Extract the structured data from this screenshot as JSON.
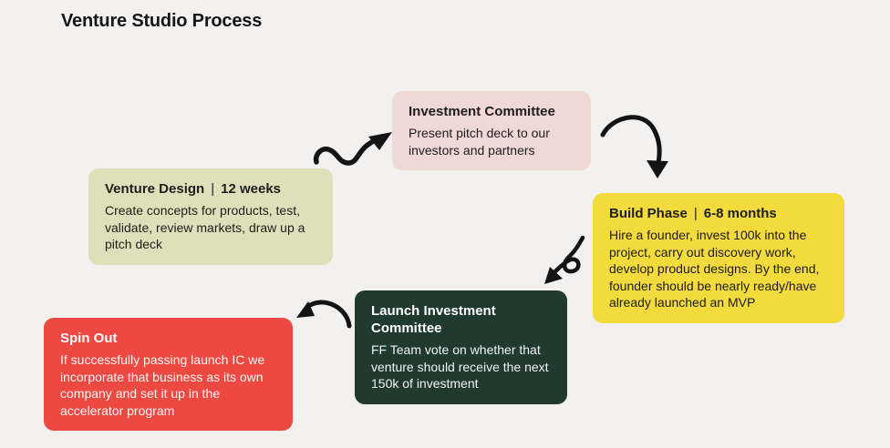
{
  "page": {
    "title": "Venture Studio Process",
    "background_color": "#f2f1ef",
    "arrow_color": "#141414"
  },
  "separator": "|",
  "boxes": [
    {
      "id": "venture-design",
      "title": "Venture Design",
      "duration": "12 weeks",
      "body": "Create concepts for products, test, validate, review markets, draw up a pitch deck",
      "bg_color": "#dfe0b9",
      "text_color": "#1e1e1e"
    },
    {
      "id": "investment-committee",
      "title": "Investment Committee",
      "body": "Present pitch deck to our investors and partners",
      "bg_color": "#f0d8d6",
      "text_color": "#1e1e1e"
    },
    {
      "id": "build-phase",
      "title": "Build Phase",
      "duration": "6-8 months",
      "body": "Hire a founder, invest 100k into the project, carry out discovery work, develop product designs. By the end, founder should be nearly ready/have already launched an MVP",
      "bg_color": "#f3da3d",
      "text_color": "#1e1e1e"
    },
    {
      "id": "launch-investment-committee",
      "title": "Launch Investment Committee",
      "body": "FF Team vote on whether that venture should receive the next 150k of investment",
      "bg_color": "#203a30",
      "text_color": "#ffffff"
    },
    {
      "id": "spin-out",
      "title": "Spin Out",
      "body": "If successfully passing launch IC we incorporate that business as its own company and set it up in the accelerator program",
      "bg_color": "#ee4843",
      "text_color": "#ffffff"
    }
  ],
  "icons": [
    {
      "name": "squiggle-arrow-icon"
    },
    {
      "name": "curve-down-arrow-icon"
    },
    {
      "name": "loop-arrow-icon"
    },
    {
      "name": "curve-left-arrow-icon"
    }
  ]
}
